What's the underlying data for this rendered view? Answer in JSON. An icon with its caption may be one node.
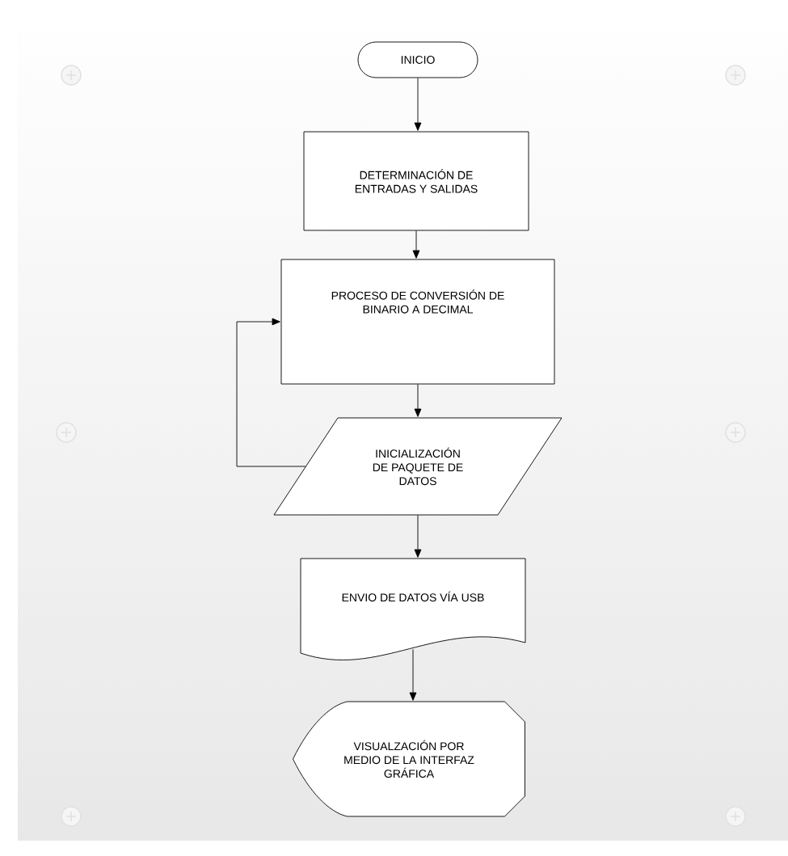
{
  "diagram": {
    "nodes": [
      {
        "text": [
          "INICIO"
        ]
      },
      {
        "text": [
          "DETERMINACIÓN DE ENTRADAS Y SALIDAS"
        ]
      },
      {
        "text": [
          "PROCESO DE CONVERSIÓN DE BINARIO A DECIMAL"
        ]
      },
      {
        "text": [
          "INICIALIZACIÓN DE PAQUETE DE DATOS"
        ]
      },
      {
        "text": [
          "ENVIO DE DATOS VÍA USB"
        ]
      },
      {
        "text": [
          "VISUALZACIÓN POR MEDIO DE LA INTERFAZ GRÁFICA"
        ]
      }
    ],
    "edges": [
      {
        "from": 0,
        "to": 1,
        "arrow": "to"
      },
      {
        "from": 1,
        "to": 2,
        "arrow": "to"
      },
      {
        "from": 2,
        "to": 3,
        "arrow": "to"
      },
      {
        "from": 3,
        "to": 2,
        "arrow": "to"
      },
      {
        "from": 3,
        "to": 4,
        "arrow": "to"
      },
      {
        "from": 4,
        "to": 5,
        "arrow": "to"
      }
    ]
  }
}
